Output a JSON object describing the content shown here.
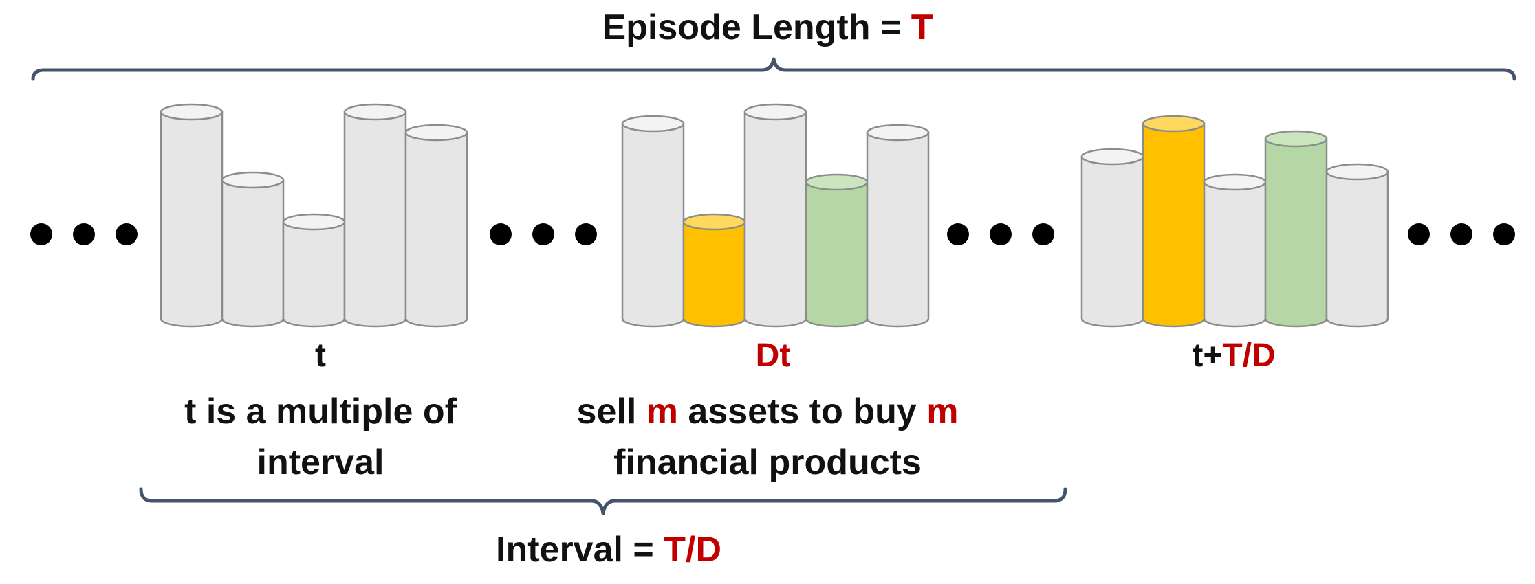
{
  "title": {
    "text": "Episode Length = ",
    "var": "T"
  },
  "bottom_brace_label": {
    "text": "Interval = ",
    "var": "T/D"
  },
  "groups": [
    {
      "time_label": {
        "plain": "t",
        "red": ""
      },
      "note": {
        "line1_a": "t is a multiple of",
        "line1_red1": "",
        "line1_b": "",
        "line1_red2": "",
        "line2": "interval"
      },
      "bars": [
        "gray",
        "gray",
        "gray",
        "gray",
        "gray"
      ]
    },
    {
      "time_label": {
        "plain": "",
        "red": "Dt"
      },
      "note": {
        "line1_a": "sell ",
        "line1_red1": "m",
        "line1_b": " assets to buy ",
        "line1_red2": "m",
        "line2": "financial products"
      },
      "bars": [
        "gray",
        "yellow",
        "gray",
        "green",
        "gray"
      ]
    },
    {
      "time_label": {
        "plain": "t+",
        "red": "T/D"
      },
      "bars": [
        "gray",
        "yellow",
        "gray",
        "green",
        "gray"
      ]
    }
  ],
  "colors": {
    "gray": "#e6e6e6",
    "yellow": "#ffc000",
    "green": "#b5d7a6",
    "highlight_text": "#c00000",
    "brace": "#44546a"
  }
}
